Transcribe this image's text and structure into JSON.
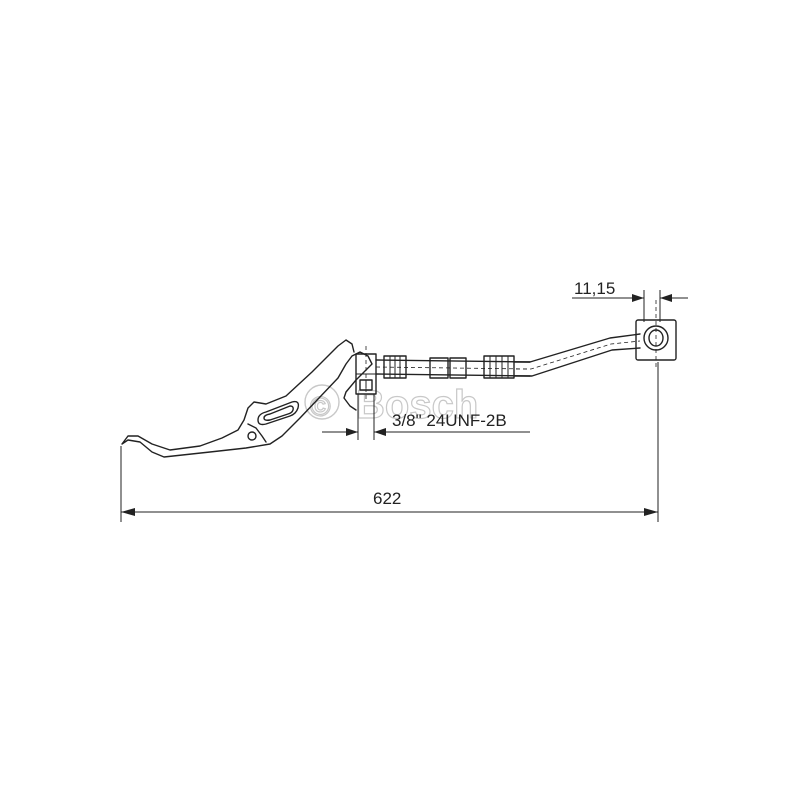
{
  "watermark": {
    "symbol": "©",
    "brand": "Bosch"
  },
  "dimensions": {
    "overall_length": "622",
    "eye_offset": "11,15",
    "thread_spec": "3/8\" 24UNF-2B"
  }
}
